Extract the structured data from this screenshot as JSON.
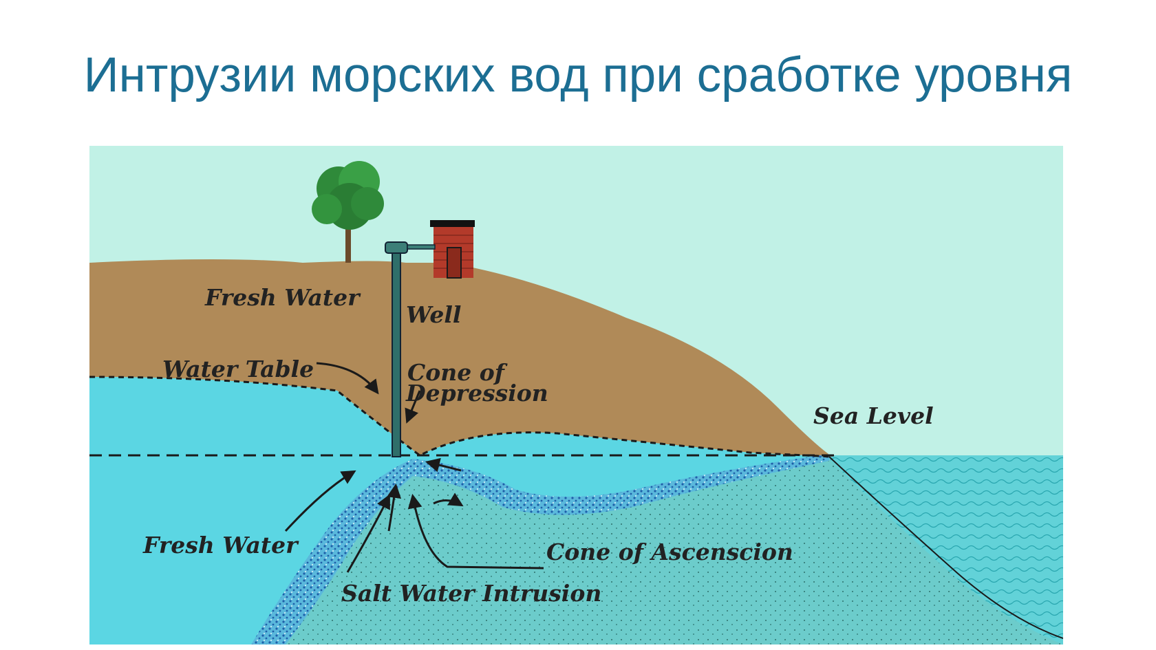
{
  "title": "Интрузии морских вод при сработке уровня",
  "diagram": {
    "labels": {
      "fresh_water_top": "Fresh Water",
      "well": "Well",
      "water_table": "Water Table",
      "cone_of_depression_1": "Cone of",
      "cone_of_depression_2": "Depression",
      "sea_level": "Sea Level",
      "fresh_water_bottom": "Fresh Water",
      "cone_of_ascension": "Cone of Ascenscion",
      "salt_water_intrusion": "Salt Water Intrusion"
    },
    "colors": {
      "sky": "#c1f1e6",
      "soil": "#b08a58",
      "fresh_water": "#5bd6e3",
      "salt_water": "#6ccccb",
      "sea": "#61d0d6",
      "transition_zone": "#3a98c8",
      "brick": "#b33a2a",
      "tree": "#2f8a3a",
      "title": "#1c6e93"
    }
  }
}
